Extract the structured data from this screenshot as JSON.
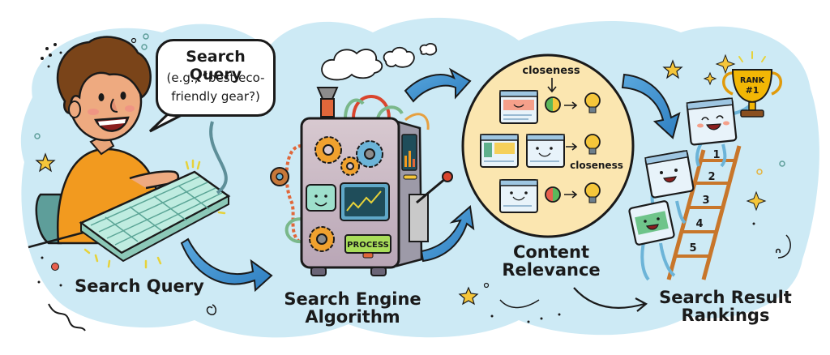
{
  "title": "How search works: from query to ranked results",
  "speech_bubble": {
    "heading": "Search Query",
    "example_line1": "(e.g., “best eco-",
    "example_line2": "friendly gear?)"
  },
  "stages": [
    {
      "id": "query",
      "label": "Search Query"
    },
    {
      "id": "algorithm",
      "label_line1": "Search Engine",
      "label_line2": "Algorithm"
    },
    {
      "id": "relevance",
      "label_line1": "Content",
      "label_line2": "Relevance"
    },
    {
      "id": "rankings",
      "label_line1": "Search Result",
      "label_line2": "Rankings"
    }
  ],
  "machine": {
    "button_label": "PROCESS"
  },
  "relevance_panel": {
    "top_annotation": "closeness",
    "side_annotation": "closeness"
  },
  "ladder": {
    "rungs": [
      "1",
      "2",
      "3",
      "4",
      "5"
    ]
  },
  "trophy": {
    "line1": "RANK",
    "line2": "#1"
  },
  "colors": {
    "sky": "#cdeaf5",
    "arrow_blue": "#3b8fd0",
    "relevance_circle": "#fbe6b0",
    "machine_body": "#c9b8c4",
    "gear_orange": "#f0a12e",
    "gear_blue": "#6cb4d8",
    "trophy_gold": "#f2b705",
    "ladder_brown": "#c8762a",
    "shirt_orange": "#f29a1f",
    "hair_brown": "#7a4419",
    "outline": "#1a1a1a"
  }
}
